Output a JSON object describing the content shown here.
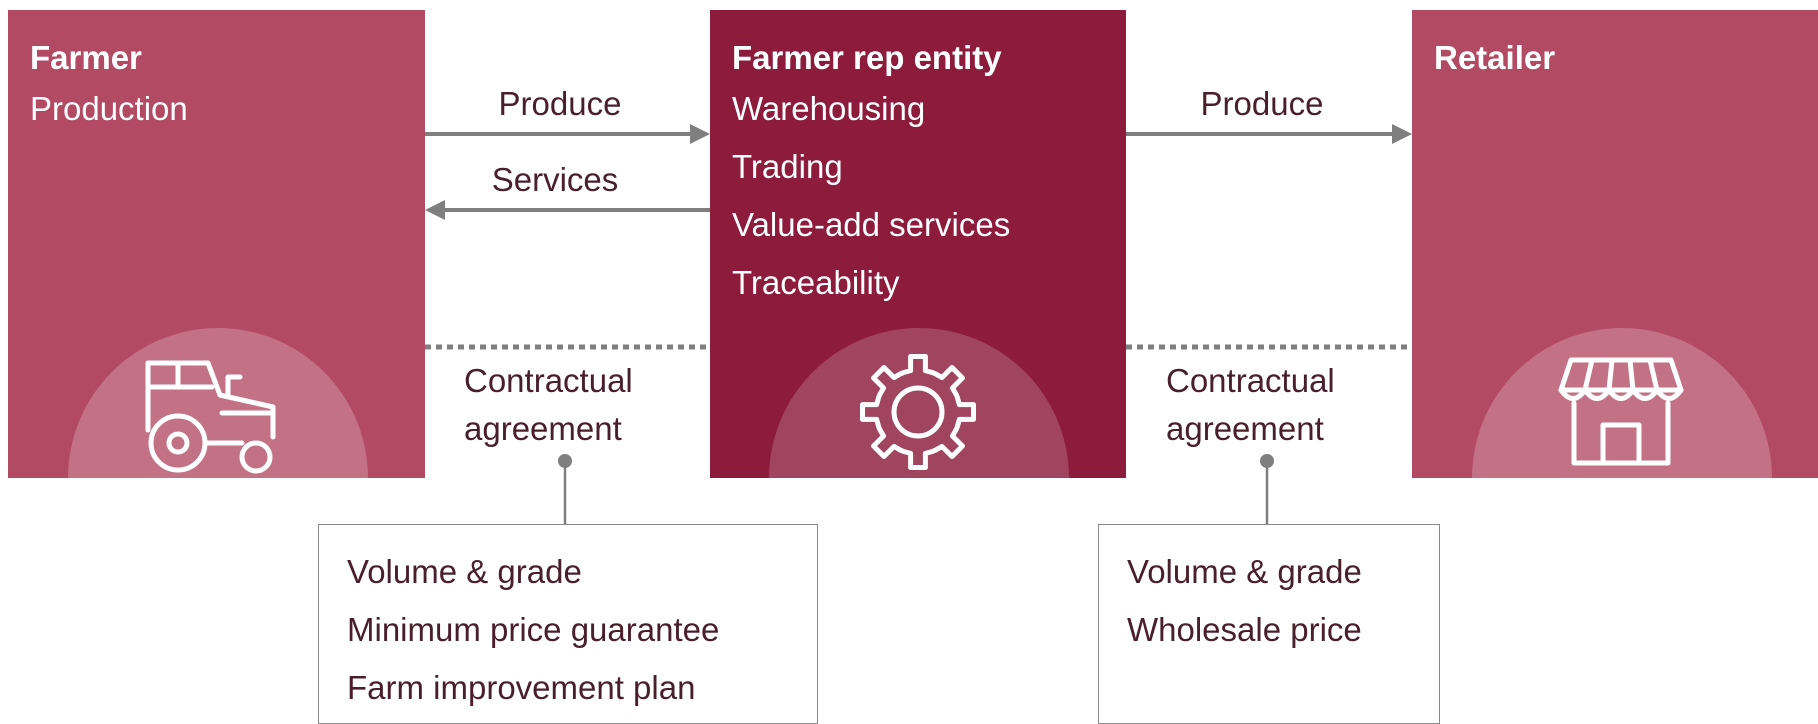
{
  "farmer": {
    "title": "Farmer",
    "lines": [
      "Production"
    ],
    "icon": "tractor-icon"
  },
  "rep_entity": {
    "title": "Farmer rep entity",
    "lines": [
      "Warehousing",
      "Trading",
      "Value-add services",
      "Traceability"
    ],
    "icon": "gear-icon"
  },
  "retailer": {
    "title": "Retailer",
    "lines": [],
    "icon": "storefront-icon"
  },
  "flows": {
    "farmer_to_rep": "Produce",
    "rep_to_farmer": "Services",
    "rep_to_retailer": "Produce"
  },
  "agreements": {
    "left": {
      "label_line1": "Contractual",
      "label_line2": "agreement",
      "terms": [
        "Volume & grade",
        "Minimum price guarantee",
        "Farm improvement plan"
      ]
    },
    "right": {
      "label_line1": "Contractual",
      "label_line2": "agreement",
      "terms": [
        "Volume & grade",
        "Wholesale price"
      ]
    }
  },
  "colors": {
    "farmer_box": "#b34a63",
    "rep_box": "#8c1b3c",
    "retailer_box": "#b34a63",
    "arrow": "#7f7f7f",
    "text_dark": "#4a1f2c"
  }
}
